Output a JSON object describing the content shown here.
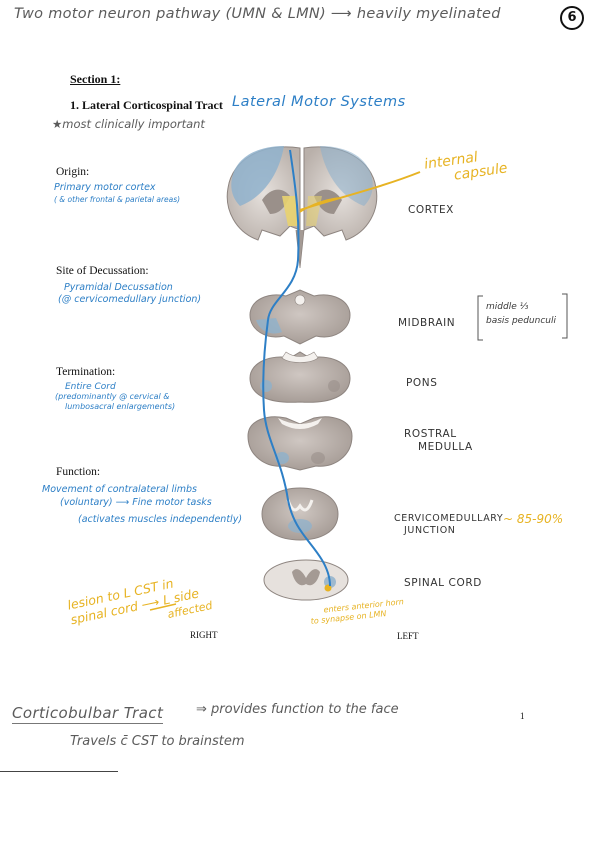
{
  "header": {
    "note": "Two motor neuron pathway (UMN & LMN) ⟶ heavily myelinated",
    "page_badge": "6"
  },
  "section": {
    "label": "Section 1:",
    "title": "1. Lateral Corticospinal Tract",
    "title_note": "Lateral Motor Systems",
    "subtitle_note": "★most clinically important"
  },
  "fields": {
    "origin": {
      "label": "Origin:",
      "notes": [
        "Primary motor cortex",
        "( & other frontal & parietal areas)"
      ]
    },
    "decussation": {
      "label": "Site of Decussation:",
      "notes": [
        "Pyramidal Decussation",
        "(@ cervicomedullary junction)"
      ]
    },
    "termination": {
      "label": "Termination:",
      "notes": [
        "Entire Cord",
        "(predominantly @ cervical &",
        "lumbosacral enlargements)"
      ]
    },
    "function": {
      "label": "Function:",
      "notes": [
        "Movement of contralateral limbs",
        "(voluntary) ⟶ Fine motor tasks",
        "(activates muscles independently)"
      ]
    }
  },
  "figure": {
    "internal_capsule": [
      "internal",
      "capsule"
    ],
    "levels": {
      "cortex": "CORTEX",
      "midbrain": "MIDBRAIN",
      "midbrain_note": [
        "middle ⅓",
        "basis pedunculi"
      ],
      "pons": "PONS",
      "rostral_medulla": [
        "ROSTRAL",
        "MEDULLA"
      ],
      "cervicomedullary": [
        "CERVICOMEDULLARY",
        "JUNCTION"
      ],
      "cervicomedullary_note": "~ 85-90%",
      "spinal_cord": "SPINAL CORD"
    },
    "right": "RIGHT",
    "left": "LEFT",
    "lesion_note": [
      "lesion to L CST in",
      "spinal cord ⟶ L side",
      "affected"
    ],
    "horn_note": [
      "enters anterior horn",
      "to synapse on LMN"
    ]
  },
  "footer": {
    "heading": "Corticobulbar Tract",
    "heading_note": "⇒ provides function to the face",
    "sub_note": "Travels c̄ CST to brainstem",
    "page_number": "1"
  },
  "colors": {
    "blue": "#2d7fc6",
    "yellow": "#e7b323",
    "gray_ink": "#5b5b5b",
    "tissue_light": "#dcd6d1",
    "tissue_dark": "#8e8580",
    "cortex_blue": "#8fb1cc"
  }
}
